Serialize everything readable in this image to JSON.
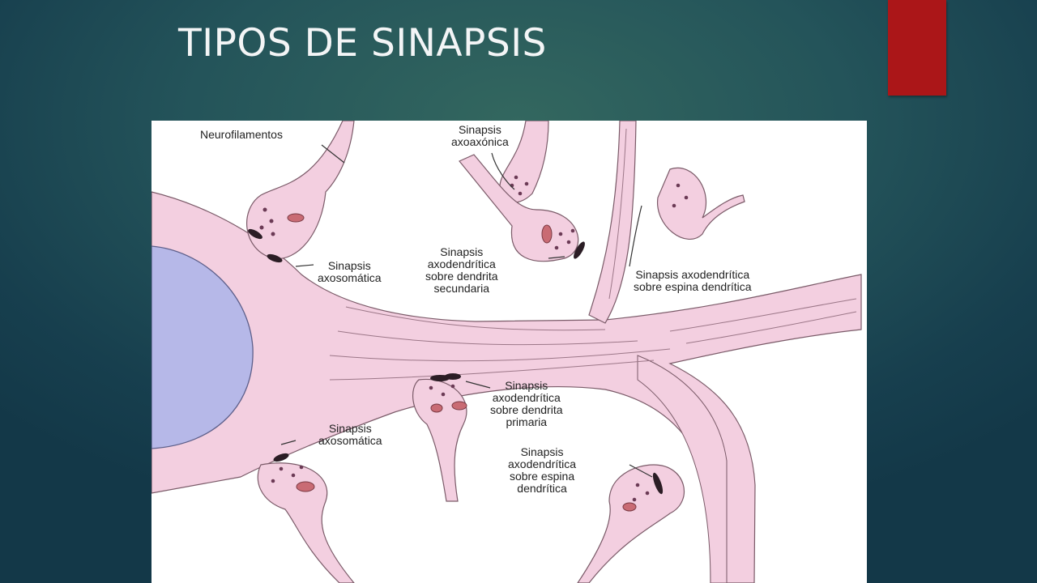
{
  "slide": {
    "title": "TIPOS DE SINAPSIS",
    "colors": {
      "background": "#1d4b55",
      "accent": "#ab1618",
      "title": "#f3f5f6",
      "tissue": "#f3cfe0",
      "nucleus": "#b6b8e8"
    }
  },
  "diagram": {
    "labels": {
      "neurofilamentos": "Neurofilamentos",
      "axoaxonica": "Sinapsis\naxoaxónica",
      "axosomatica_top": "Sinapsis\naxosomática",
      "axodendritica_secundaria": "Sinapsis\naxodendrítica\nsobre dendrita\nsecundaria",
      "axodendritica_espina_top": "Sinapsis axodendrítica\nsobre espina dendrítica",
      "axodendritica_primaria": "Sinapsis\naxodendrítica\nsobre dendrita\nprimaria",
      "axosomatica_bottom": "Sinapsis\naxosomática",
      "axodendritica_espina_bottom": "Sinapsis\naxodendrítica\nsobre espina\ndendrítica"
    }
  }
}
